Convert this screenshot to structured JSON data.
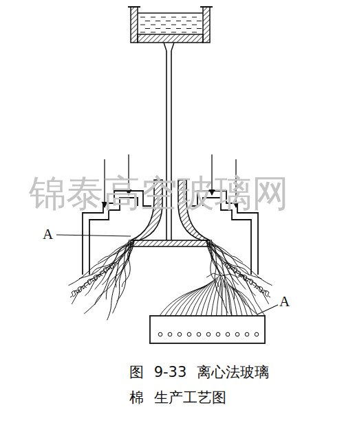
{
  "diagram": {
    "caption": "图 9-33 离心法玻璃棉 生产工艺图",
    "labels": [
      "锦泰高空玻璃网",
      "A",
      "A"
    ]
  }
}
